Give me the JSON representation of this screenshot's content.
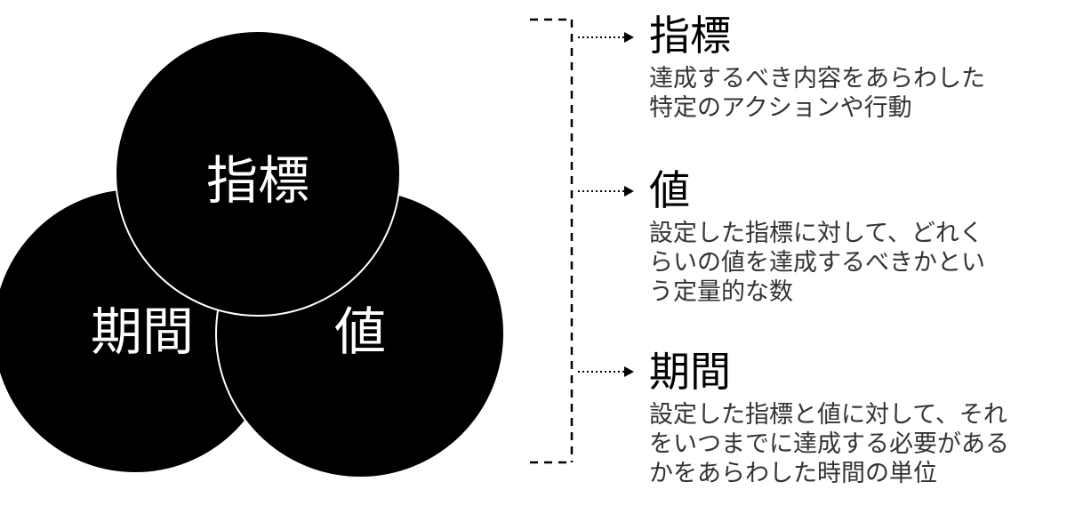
{
  "colors": {
    "circle_fill": "#000000",
    "circle_text": "#ffffff",
    "bracket": "#000000",
    "text": "#000000",
    "description": "#333333"
  },
  "circles": {
    "indicator": {
      "label": "指標"
    },
    "period": {
      "label": "期間"
    },
    "value": {
      "label": "値"
    }
  },
  "items": [
    {
      "title": "指標",
      "description": "達成するべき内容をあらわした\n特定のアクションや行動"
    },
    {
      "title": "値",
      "description": "設定した指標に対して、どれく\nらいの値を達成するべきかとい\nう定量的な数"
    },
    {
      "title": "期間",
      "description": "設定した指標と値に対して、それ\nをいつまでに達成する必要がある\nかをあらわした時間の単位"
    }
  ]
}
